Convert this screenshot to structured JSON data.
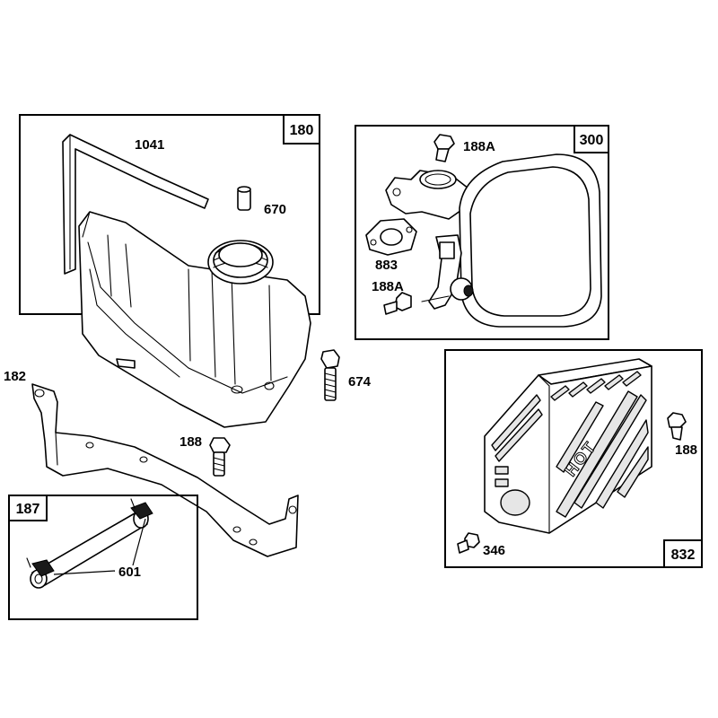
{
  "groups": {
    "fuel_tank": {
      "ref": "180"
    },
    "muffler": {
      "ref": "300"
    },
    "muffler_guard": {
      "ref": "832"
    },
    "fuel_line": {
      "ref": "187"
    }
  },
  "parts": {
    "p1041": "1041",
    "p670": "670",
    "p674": "674",
    "p182": "182",
    "p188_bracket": "188",
    "p601": "601",
    "p188A_top": "188A",
    "p883": "883",
    "p188A_bottom": "188A",
    "p188_guard": "188",
    "p346": "346"
  },
  "guard_text": "HOT",
  "colors": {
    "line": "#000000",
    "background": "#ffffff"
  }
}
